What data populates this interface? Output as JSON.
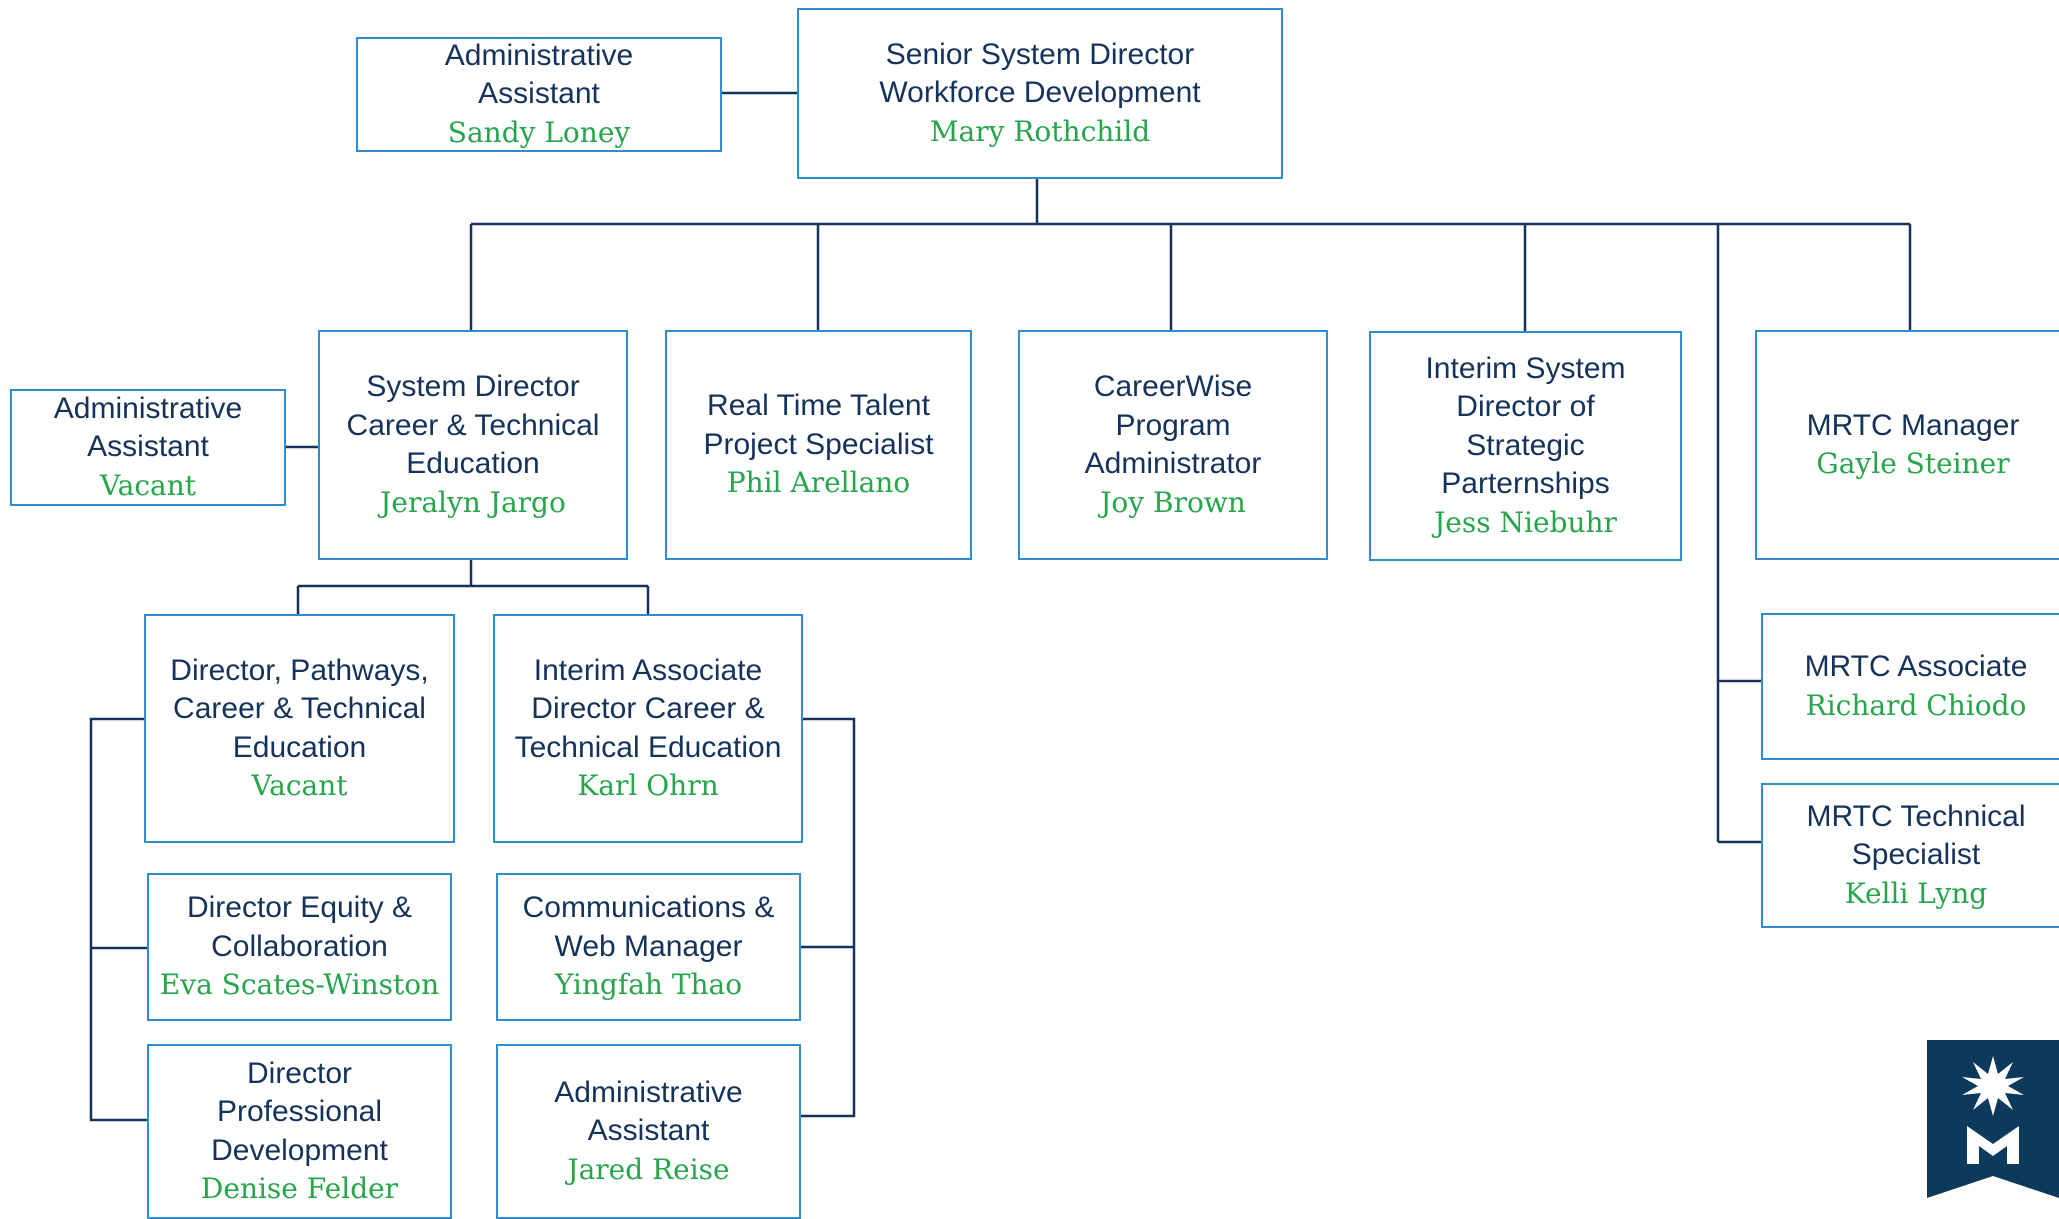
{
  "boxes": [
    {
      "title": "Administrative\nAssistant",
      "name": "Sandy Loney"
    },
    {
      "title": "Senior System Director\nWorkforce Development",
      "name": "Mary Rothchild"
    },
    {
      "title": "Administrative\nAssistant",
      "name": "Vacant"
    },
    {
      "title": "System Director\nCareer & Technical\nEducation",
      "name": "Jeralyn Jargo"
    },
    {
      "title": "Real Time Talent\nProject Specialist",
      "name": "Phil Arellano"
    },
    {
      "title": "CareerWise\nProgram\nAdministrator",
      "name": "Joy Brown"
    },
    {
      "title": "Interim System\nDirector of\nStrategic\nParternships",
      "name": "Jess Niebuhr"
    },
    {
      "title": "MRTC Manager",
      "name": "Gayle Steiner"
    },
    {
      "title": "Director, Pathways,\nCareer & Technical\nEducation",
      "name": "Vacant"
    },
    {
      "title": "Interim Associate\nDirector Career &\nTechnical Education",
      "name": "Karl Ohrn"
    },
    {
      "title": "Director Equity &\nCollaboration",
      "name": "Eva Scates-Winston"
    },
    {
      "title": "Communications &\nWeb Manager",
      "name": "Yingfah Thao"
    },
    {
      "title": "Director\nProfessional\nDevelopment",
      "name": "Denise Felder"
    },
    {
      "title": "Administrative\nAssistant",
      "name": "Jared Reise"
    },
    {
      "title": "MRTC Associate",
      "name": "Richard Chiodo"
    },
    {
      "title": "MRTC Technical\nSpecialist",
      "name": "Kelli Lyng"
    }
  ],
  "colors": {
    "border": "#2f8fce",
    "title_text": "#14325a",
    "person_text": "#27a54b",
    "connector": "#14325a",
    "logo_bg": "#0b3a5c"
  },
  "logo": {
    "icon": "minnesota-state-star-m-logo"
  }
}
